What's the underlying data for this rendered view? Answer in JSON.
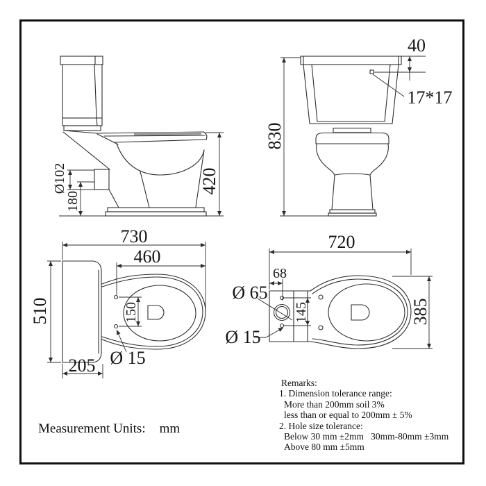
{
  "page": {
    "background": "#ffffff",
    "border_color": "#101010"
  },
  "colors": {
    "line": "#2d2d2d",
    "seat_fill": "#9a9a9a"
  },
  "views": {
    "side": {
      "dim_height": "420",
      "dim_outlet_diameter": "Ø102",
      "dim_outlet_center_height": "180"
    },
    "front": {
      "dim_total_height": "830",
      "dim_hole_offset": "40",
      "dim_hole_size": "17*17"
    },
    "top_complete": {
      "dim_total_depth": "730",
      "dim_bowl_length": "460",
      "dim_width": "510",
      "dim_hinge_hole_spacing": "150",
      "dim_tank_depth": "205",
      "dim_hinge_hole": "Ø 15"
    },
    "top_bowl": {
      "dim_total_depth": "720",
      "dim_inlet_offset": "68",
      "dim_inlet_hole": "Ø 65",
      "dim_bolt_spacing": "145",
      "dim_bolt_hole": "Ø 15",
      "dim_width": "385"
    }
  },
  "remarks": {
    "title": "Remarks:",
    "lines": [
      {
        "text": "1. Dimension tolerance range:"
      },
      {
        "text": "More than 200mm soil 3%"
      },
      {
        "text": "less than or equal to 200mm ± 5%"
      },
      {
        "text": "2. Hole size tolerance:"
      },
      {
        "text": "Below 30 mm ±2mm   30mm-80mm ±3mm"
      },
      {
        "text": "Above 80 mm ±5mm"
      }
    ]
  },
  "footer": {
    "units_label": "Measurement Units:",
    "units_value": "mm"
  }
}
